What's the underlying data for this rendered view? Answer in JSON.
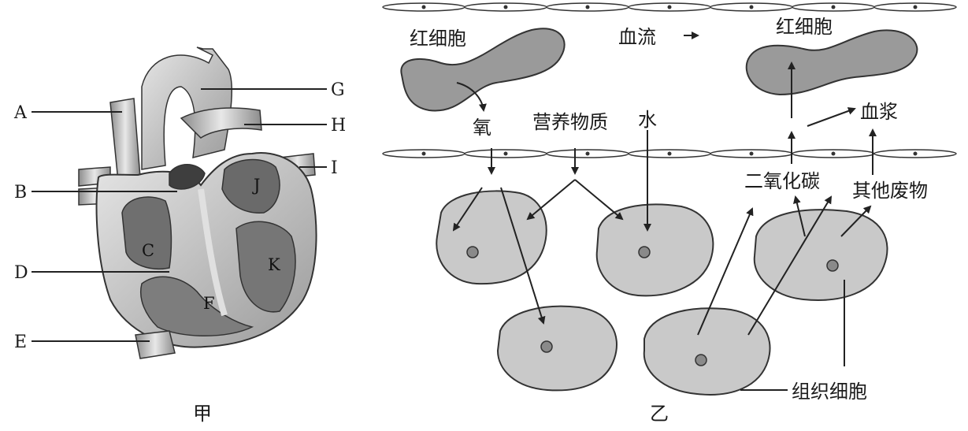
{
  "figure_jia": {
    "caption": "甲",
    "labels": [
      "A",
      "B",
      "C",
      "D",
      "E",
      "F",
      "G",
      "H",
      "I",
      "J",
      "K"
    ]
  },
  "figure_yi": {
    "caption": "乙",
    "terms": {
      "rbc_left": "红细胞",
      "rbc_right": "红细胞",
      "blood_flow": "血流",
      "oxygen": "氧",
      "nutrients": "营养物质",
      "water": "水",
      "plasma": "血浆",
      "co2": "二氧化碳",
      "other_waste": "其他废物",
      "tissue_cell": "组织细胞"
    }
  }
}
